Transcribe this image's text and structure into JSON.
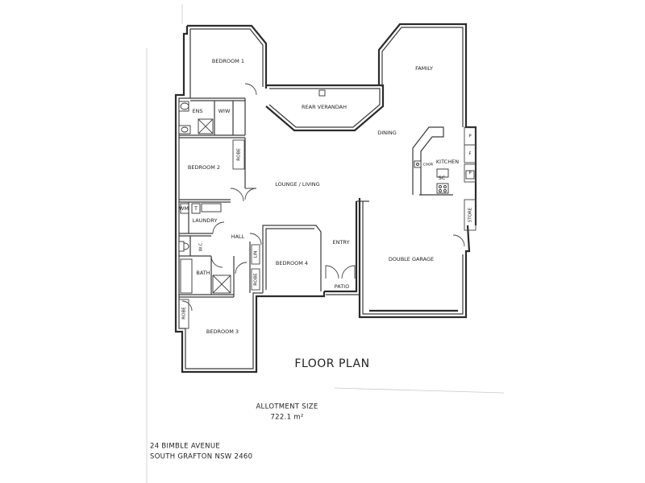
{
  "title": "FLOOR PLAN",
  "rooms": {
    "bedroom1": "BEDROOM 1",
    "ens": "ENS",
    "wiw": "WIW",
    "bedroom2": "BEDROOM 2",
    "robe": "ROBE",
    "wm": "WM",
    "t": "T",
    "laundry": "LAUNDRY",
    "hall": "HALL",
    "wc": "W.C.",
    "bath": "BATH",
    "lin": "LIN",
    "bedroom4": "BEDROOM 4",
    "bedroom3": "BEDROOM 3",
    "rear_verandah": "REAR VERANDAH",
    "family": "FAMILY",
    "dining": "DINING",
    "kitchen": "KITCHEN",
    "sc": "SC",
    "cook": "cook",
    "lounge": "LOUNGE / LIVING",
    "entry": "ENTRY",
    "patio": "PATIO",
    "double_garage": "DOUBLE GARAGE",
    "store": "STORE",
    "p": "P",
    "f": "F"
  },
  "allotment": {
    "label": "ALLOTMENT SIZE",
    "value": "722.1 m²"
  },
  "address": {
    "line1": "24 BIMBLE AVENUE",
    "line2": "SOUTH GRAFTON NSW 2460"
  }
}
